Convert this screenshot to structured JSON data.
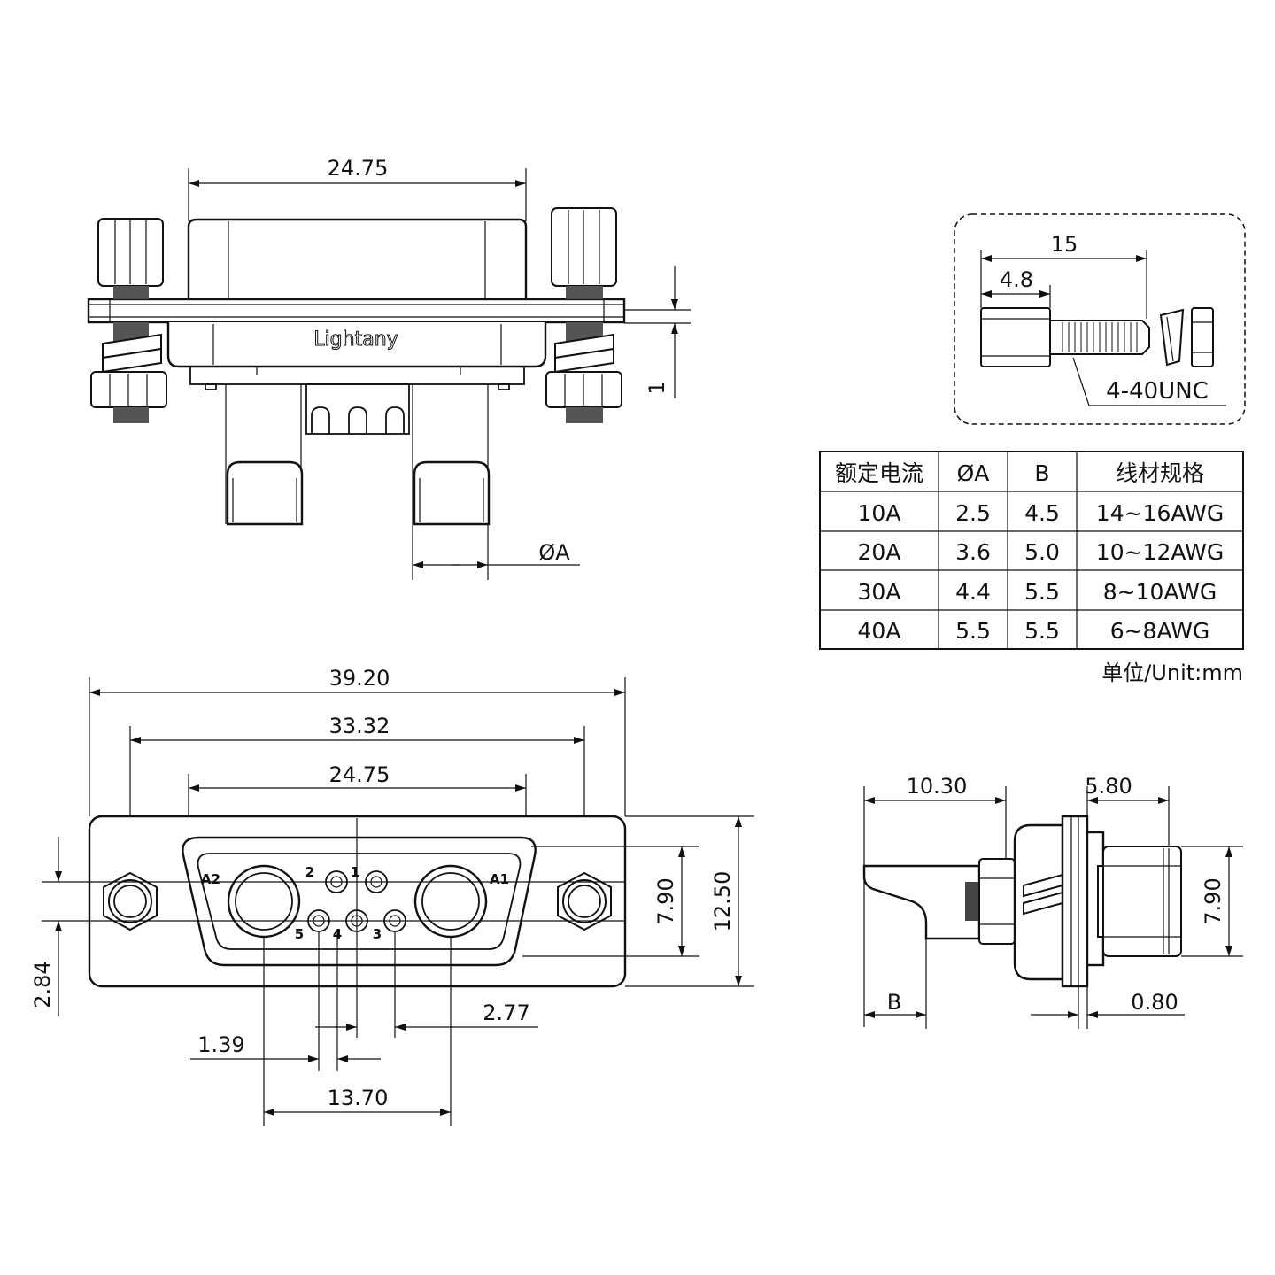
{
  "brand": {
    "logo": "Lightany"
  },
  "top_view": {
    "dim_width": "24.75",
    "dim_flange": "1",
    "dim_diameter": "ØA"
  },
  "inset": {
    "dim_length": "15",
    "dim_hex": "4.8",
    "thread": "4-40UNC"
  },
  "table": {
    "headers": [
      "额定电流",
      "ØA",
      "B",
      "线材规格"
    ],
    "rows": [
      [
        "10A",
        "2.5",
        "4.5",
        "14~16AWG"
      ],
      [
        "20A",
        "3.6",
        "5.0",
        "10~12AWG"
      ],
      [
        "30A",
        "4.4",
        "5.5",
        "8~10AWG"
      ],
      [
        "40A",
        "5.5",
        "5.5",
        "6~8AWG"
      ]
    ],
    "unit": "单位/Unit:mm"
  },
  "front_view": {
    "dim_overall": "39.20",
    "dim_holes": "33.32",
    "dim_shell": "24.75",
    "dim_height_inner": "7.90",
    "dim_height_outer": "12.50",
    "dim_offset": "2.84",
    "dim_pitch_small": "2.77",
    "dim_pitch_half": "1.39",
    "dim_power": "13.70",
    "pins": [
      "A2",
      "2",
      "1",
      "A1",
      "5",
      "4",
      "3"
    ]
  },
  "side_view": {
    "dim_depth": "10.30",
    "dim_mount": "5.80",
    "dim_height": "7.90",
    "dim_b": "B",
    "dim_plate": "0.80"
  }
}
